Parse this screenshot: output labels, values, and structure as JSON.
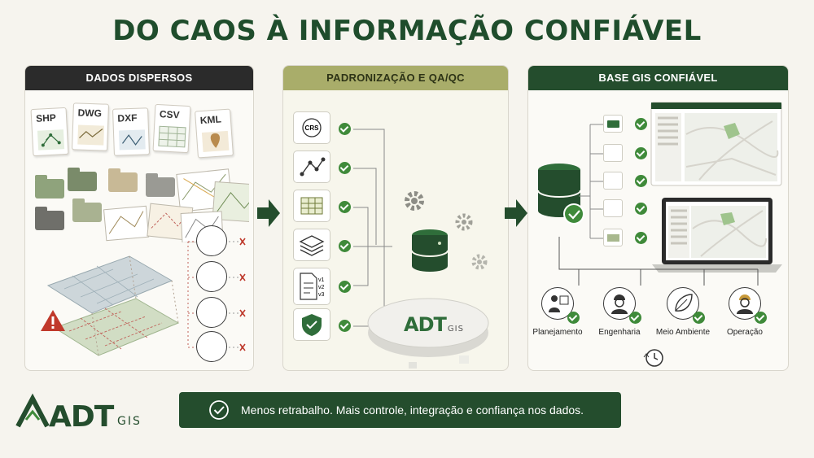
{
  "title": "DO CAOS À INFORMAÇÃO CONFIÁVEL",
  "panels": {
    "left": {
      "title": "DADOS DISPERSOS",
      "files": [
        "SHP",
        "DWG",
        "DXF",
        "CSV",
        "KML"
      ]
    },
    "middle": {
      "title": "PADRONIZAÇÃO E QA/QC",
      "steps": [
        "CRS",
        "geometry",
        "table",
        "layers",
        "versions",
        "security"
      ],
      "versions": [
        "v1",
        "v2",
        "v3"
      ],
      "logo_text": "ADT",
      "logo_suffix": "GIS"
    },
    "right": {
      "title": "BASE GIS CONFIÁVEL",
      "roles": [
        "Planejamento",
        "Engenharia",
        "Meio Ambiente",
        "Operação"
      ]
    }
  },
  "banner": {
    "text": "Menos retrabalho. Mais controle, integração e confiança nos dados."
  },
  "brand": {
    "logo": "ADT",
    "suffix": "GIS"
  },
  "colors": {
    "dark_green": "#244d2d",
    "olive": "#a9ad6a",
    "check_green": "#3f8a3a",
    "warning_red": "#c0392b"
  },
  "icons": [
    "check-icon",
    "warning-icon",
    "database-icon",
    "gear-icon",
    "folder-icon",
    "worker-icon",
    "leaf-icon",
    "sync-icon"
  ]
}
